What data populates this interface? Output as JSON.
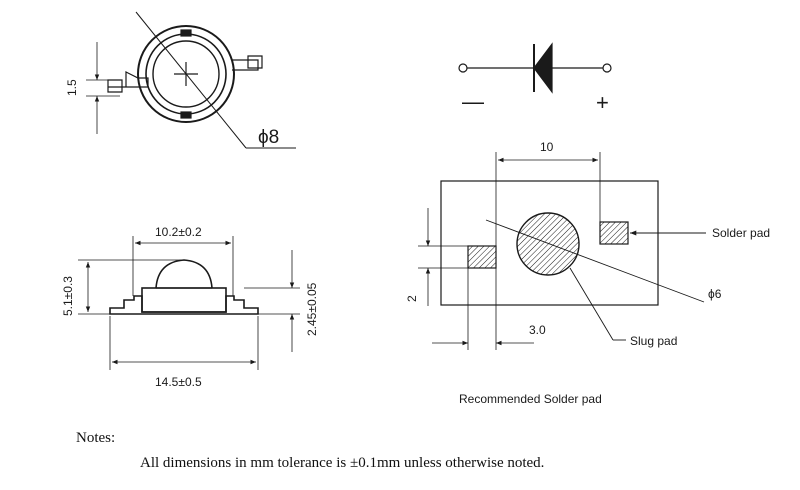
{
  "top_view": {
    "height_dim": "1.5",
    "diameter_dim": "ϕ8"
  },
  "diode_symbol": {
    "cathode_sign": "—",
    "anode_sign": "+"
  },
  "side_view": {
    "lens_width": "10.2±0.2",
    "total_width": "14.5±0.5",
    "total_height": "5.1±0.3",
    "body_height": "2.45±0.05"
  },
  "solder_pad": {
    "pad_spacing": "10",
    "pad_height": "2",
    "pad_offset": "3.0",
    "slug_diameter": "ϕ6",
    "solder_pad_label": "Solder pad",
    "slug_pad_label": "Slug pad",
    "caption": "Recommended Solder pad"
  },
  "notes": {
    "heading": "Notes:",
    "body": "All dimensions in mm tolerance is ±0.1mm unless otherwise noted."
  },
  "colors": {
    "line": "#1a1a1a",
    "background": "#ffffff"
  }
}
